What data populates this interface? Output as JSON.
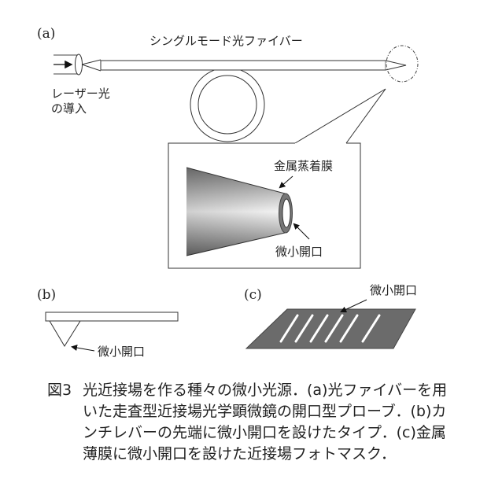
{
  "panel_a": {
    "label": "(a)",
    "fiber_label": "シングルモード光ファイバー",
    "laser_label_line1": "レーザー光",
    "laser_label_line2": "の導入",
    "inset": {
      "coating_label": "金属蒸着膜",
      "aperture_label": "微小開口"
    }
  },
  "panel_b": {
    "label": "(b)",
    "aperture_label": "微小開口"
  },
  "panel_c": {
    "label": "(c)",
    "aperture_label": "微小開口"
  },
  "caption": {
    "figure_number": "図3",
    "line1": "光近接場を作る種々の微小光源．(a)光ファイバーを用",
    "line2": "いた走査型近接場光学顕微鏡の開口型プローブ．(b)カ",
    "line3": "ンチレバーの先端に微小開口を設けたタイプ．(c)金属",
    "line4": "薄膜に微小開口を設けた近接場フォトマスク．"
  }
}
